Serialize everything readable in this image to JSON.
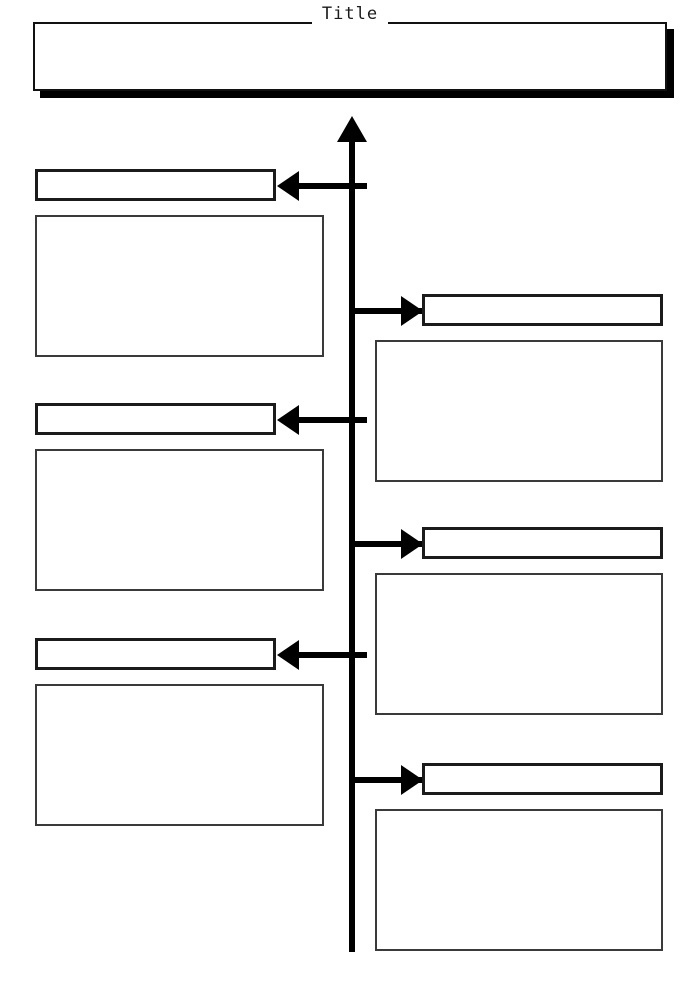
{
  "document": {
    "title": "Title",
    "background_color": "#ffffff",
    "ink_color": "#000000"
  },
  "header": {
    "title_text": "Title",
    "body_text": ""
  },
  "timeline": {
    "axis_direction": "up",
    "axis_arrow_icon": "arrow-up-icon",
    "entries": [
      {
        "side": "left",
        "index": 1,
        "arrow_icon": "arrow-left-icon",
        "label_text": "",
        "content_text": ""
      },
      {
        "side": "right",
        "index": 2,
        "arrow_icon": "arrow-right-icon",
        "label_text": "",
        "content_text": ""
      },
      {
        "side": "left",
        "index": 3,
        "arrow_icon": "arrow-left-icon",
        "label_text": "",
        "content_text": ""
      },
      {
        "side": "right",
        "index": 4,
        "arrow_icon": "arrow-right-icon",
        "label_text": "",
        "content_text": ""
      },
      {
        "side": "left",
        "index": 5,
        "arrow_icon": "arrow-left-icon",
        "label_text": "",
        "content_text": ""
      },
      {
        "side": "right",
        "index": 6,
        "arrow_icon": "arrow-right-icon",
        "label_text": "",
        "content_text": ""
      }
    ]
  }
}
